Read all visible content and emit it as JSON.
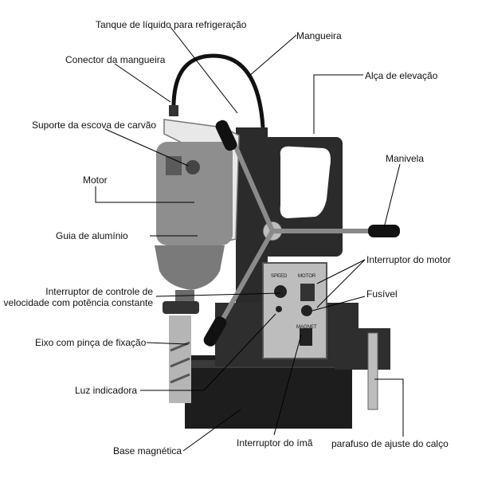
{
  "labels": {
    "tanque": "Tanque de líquido para refrigeração",
    "mangueira": "Mangueira",
    "conector": "Conector da mangueira",
    "alca": "Alça de elevação",
    "suporte_escova": "Suporte da escova de carvão",
    "manivela": "Manivela",
    "motor": "Motor",
    "guia": "Guia de alumínio",
    "interruptor_motor": "Interruptor do motor",
    "interruptor_vel_1": "Interruptor de controle de",
    "interruptor_vel_2": "velocidade com potência constante",
    "fusivel": "Fusível",
    "eixo": "Eixo com pinça de fixação",
    "luz": "Luz indicadora",
    "base": "Base magnética",
    "interruptor_ima": "Interruptor do ímã",
    "parafuso": "parafuso de ajuste do calço"
  },
  "panel": {
    "speed": "SPEED",
    "motor": "MOTOR",
    "magnet": "MAGNET"
  },
  "colors": {
    "line": "#000000",
    "body": "#2a2a2a",
    "metal": "#9a9a9a",
    "motor": "#8c8c8c",
    "panel": "#bfbfbf"
  }
}
